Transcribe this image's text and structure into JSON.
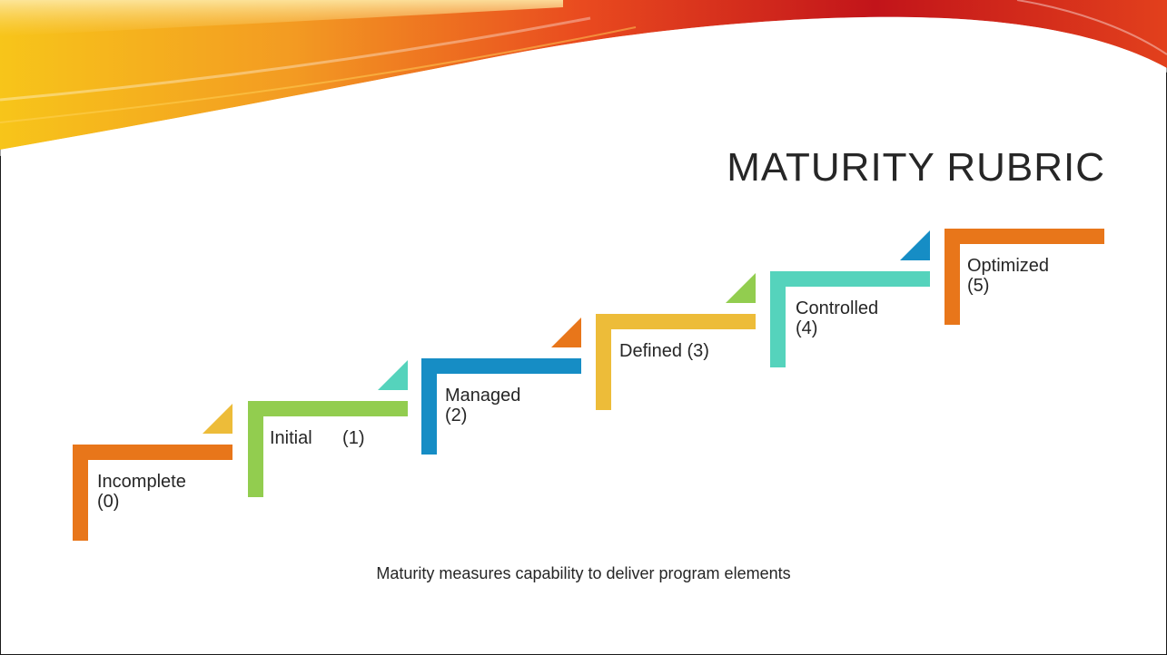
{
  "slide": {
    "title": "MATURITY RUBRIC",
    "caption": "Maturity measures capability to deliver program elements"
  },
  "steps": [
    {
      "label": "Incomplete\n(0)",
      "color": "#E8761A",
      "corner_color": "#EDBC39"
    },
    {
      "label": "Initial      (1)",
      "color": "#92CD4F",
      "corner_color": "#55D3BC"
    },
    {
      "label": "Managed\n(2)",
      "color": "#168DC5",
      "corner_color": "#E8761A"
    },
    {
      "label": "Defined (3)",
      "color": "#EDBC39",
      "corner_color": "#92CD4F"
    },
    {
      "label": "Controlled\n(4)",
      "color": "#55D3BC",
      "corner_color": "#168DC5"
    },
    {
      "label": "Optimized\n(5)",
      "color": "#E8761A",
      "corner_color": null
    }
  ]
}
